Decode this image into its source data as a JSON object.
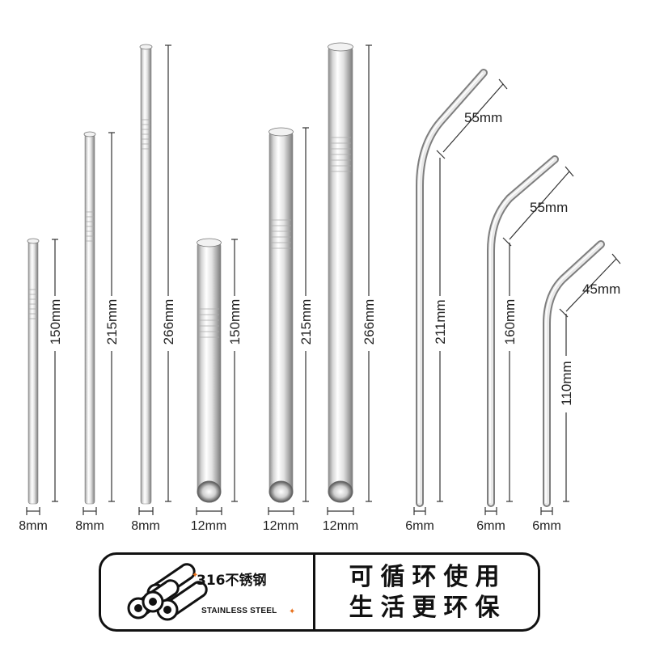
{
  "straight_straws": [
    {
      "diameter": "8mm",
      "length": "150mm"
    },
    {
      "diameter": "8mm",
      "length": "215mm"
    },
    {
      "diameter": "8mm",
      "length": "266mm"
    },
    {
      "diameter": "12mm",
      "length": "150mm"
    },
    {
      "diameter": "12mm",
      "length": "215mm"
    },
    {
      "diameter": "12mm",
      "length": "266mm"
    }
  ],
  "bent_straws": [
    {
      "diameter": "6mm",
      "length": "211mm",
      "bend_length": "55mm"
    },
    {
      "diameter": "6mm",
      "length": "160mm",
      "bend_length": "55mm"
    },
    {
      "diameter": "6mm",
      "length": "110mm",
      "bend_length": "45mm"
    }
  ],
  "banner": {
    "material": "316不锈钢",
    "material_sub": "STAINLESS STEEL",
    "slogan_line1": "可循环使用",
    "slogan_line2": "生活更环保"
  },
  "colors": {
    "accent": "#e8701a",
    "steel_dark": "#8a8a8a",
    "steel_light": "#f4f4f4"
  },
  "icons": [
    "steel-pipes-icon",
    "sparkle-icon"
  ]
}
